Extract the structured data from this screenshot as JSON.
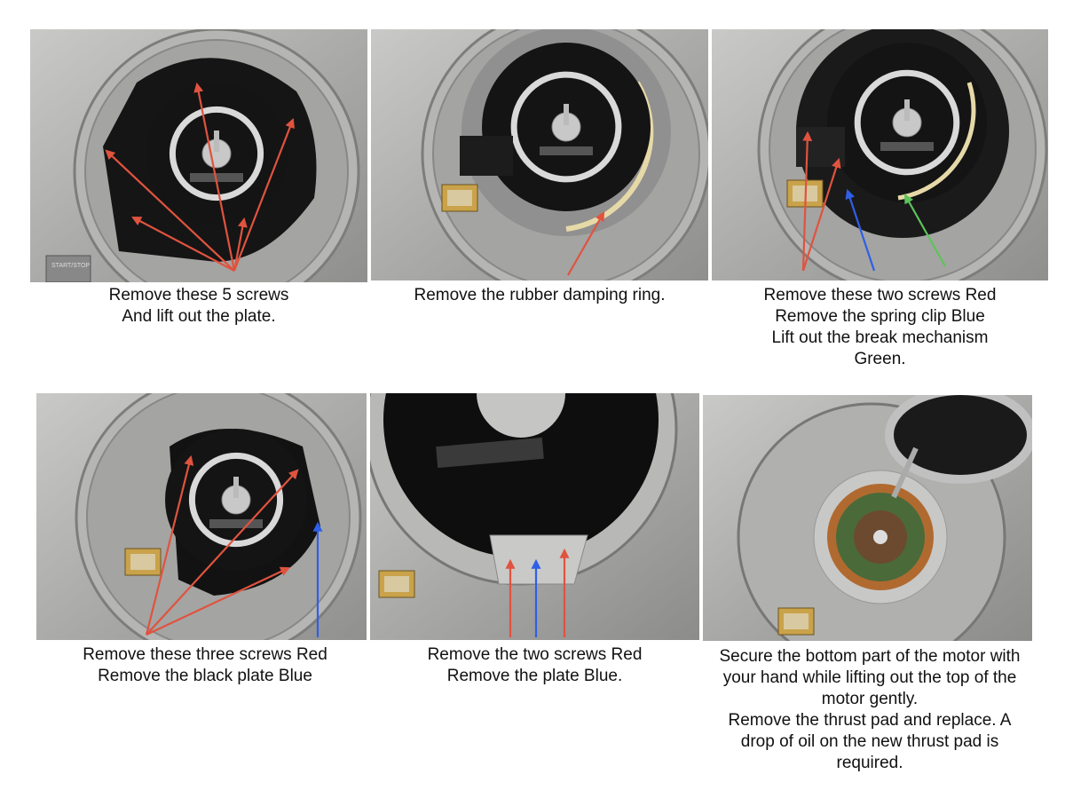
{
  "colors": {
    "red": "#e0533f",
    "blue": "#2f5fe6",
    "green": "#5cc45a"
  },
  "steps": [
    {
      "caption": [
        "Remove these 5 screws",
        "And lift out the plate."
      ],
      "photo_label": "START/STOP"
    },
    {
      "caption": [
        "Remove the rubber damping ring."
      ]
    },
    {
      "caption": [
        "Remove these two screws Red",
        "Remove the spring clip Blue",
        "Lift out the break mechanism",
        "Green."
      ]
    },
    {
      "caption": [
        "Remove these three screws Red",
        "Remove the black plate Blue"
      ]
    },
    {
      "caption": [
        "Remove the two screws Red",
        "Remove the plate Blue."
      ]
    },
    {
      "caption": [
        "Secure the bottom part of the motor with",
        "your hand while lifting out the top of the",
        "motor gently.",
        "Remove the thrust pad and replace. A",
        "drop of oil on the new thrust pad is",
        "required."
      ]
    }
  ]
}
